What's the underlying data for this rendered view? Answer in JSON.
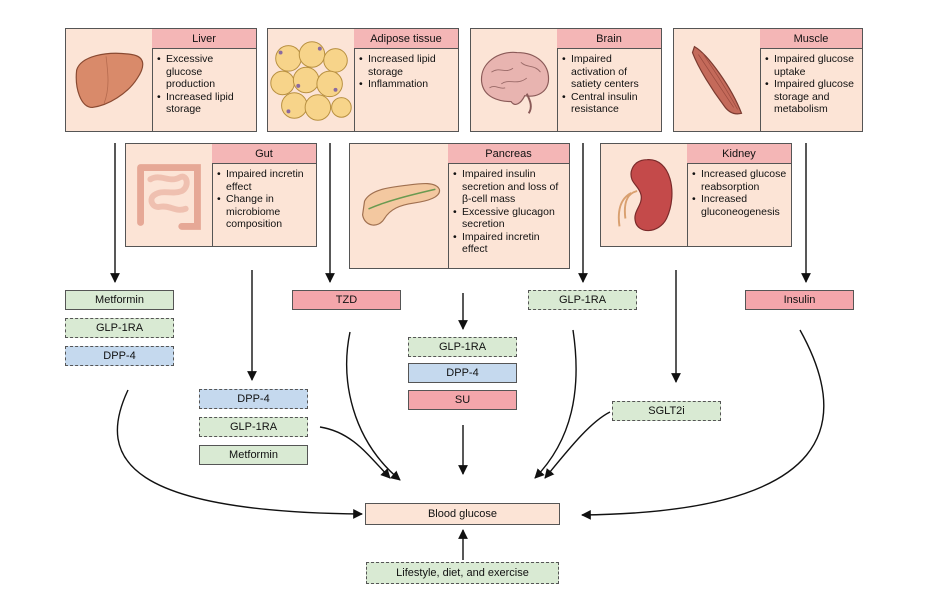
{
  "organs": {
    "liver": {
      "title": "Liver",
      "bullets": [
        "Excessive glucose production",
        "Increased lipid storage"
      ]
    },
    "adipose": {
      "title": "Adipose tissue",
      "bullets": [
        "Increased lipid storage",
        "Inflammation"
      ]
    },
    "brain": {
      "title": "Brain",
      "bullets": [
        "Impaired activation of satiety centers",
        "Central insulin resistance"
      ]
    },
    "muscle": {
      "title": "Muscle",
      "bullets": [
        "Impaired glucose uptake",
        "Impaired glucose storage and metabolism"
      ]
    },
    "gut": {
      "title": "Gut",
      "bullets": [
        "Impaired incretin effect",
        "Change in microbiome composition"
      ]
    },
    "pancreas": {
      "title": "Pancreas",
      "bullets": [
        "Impaired insulin secretion and loss of β-cell mass",
        "Excessive glucagon secretion",
        "Impaired incretin effect"
      ]
    },
    "kidney": {
      "title": "Kidney",
      "bullets": [
        "Increased glucose reabsorption",
        "Increased gluconeogenesis"
      ]
    }
  },
  "drugs": {
    "liver_metformin": "Metformin",
    "liver_glp1ra": "GLP-1RA",
    "liver_dpp4": "DPP-4",
    "gut_dpp4": "DPP-4",
    "gut_glp1ra": "GLP-1RA",
    "gut_metformin": "Metformin",
    "adipose_tzd": "TZD",
    "pancreas_glp1ra": "GLP-1RA",
    "pancreas_dpp4": "DPP-4",
    "pancreas_su": "SU",
    "brain_glp1ra": "GLP-1RA",
    "kidney_sglt2i": "SGLT2i",
    "muscle_insulin": "Insulin"
  },
  "outcome": {
    "blood_glucose": "Blood glucose",
    "lifestyle": "Lifestyle, diet, and exercise"
  },
  "colors": {
    "organ_fill": "#fce4d6",
    "organ_header": "#f4b6b6",
    "metformin_green": "#d9ead3",
    "dpp4_blue": "#c5d9ee",
    "red_drug": "#f4a6ab"
  },
  "icons": [
    "liver-icon",
    "adipose-cells-icon",
    "brain-icon",
    "muscle-icon",
    "intestine-icon",
    "pancreas-icon",
    "kidney-icon"
  ]
}
